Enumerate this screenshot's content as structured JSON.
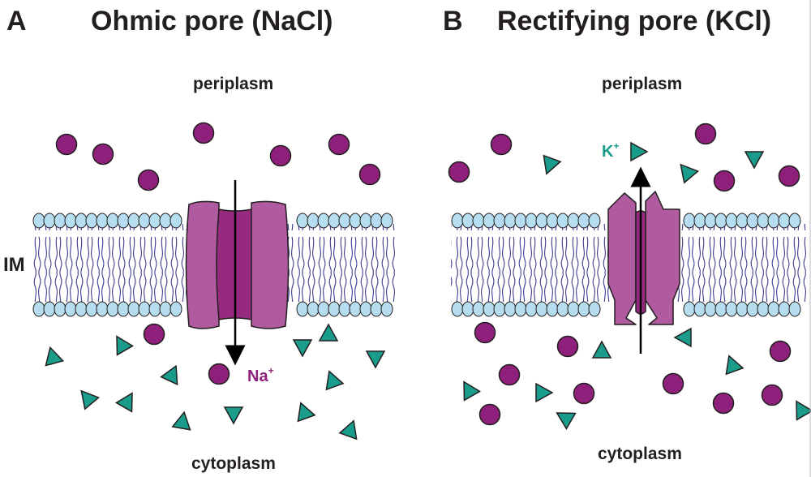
{
  "panels": [
    {
      "letter": "A",
      "title": "Ohmic pore (NaCl)",
      "top_label": "periplasm",
      "bottom_label": "cytoplasm",
      "ion_label": "Na",
      "ion_charge": "+",
      "ion_label_color": "#8e1f7a"
    },
    {
      "letter": "B",
      "title": "Rectifying pore (KCl)",
      "top_label": "periplasm",
      "bottom_label": "cytoplasm",
      "ion_label": "K",
      "ion_charge": "+",
      "ion_label_color": "#1a9c8b"
    }
  ],
  "membrane_label": "IM",
  "colors": {
    "cation": "#8e1f7a",
    "anion": "#1a9c8b",
    "lipid_head": "#b6def0",
    "lipid_tail": "#3b3b8f",
    "pore_light": "#b05aa0",
    "pore_dark": "#952a7f"
  }
}
